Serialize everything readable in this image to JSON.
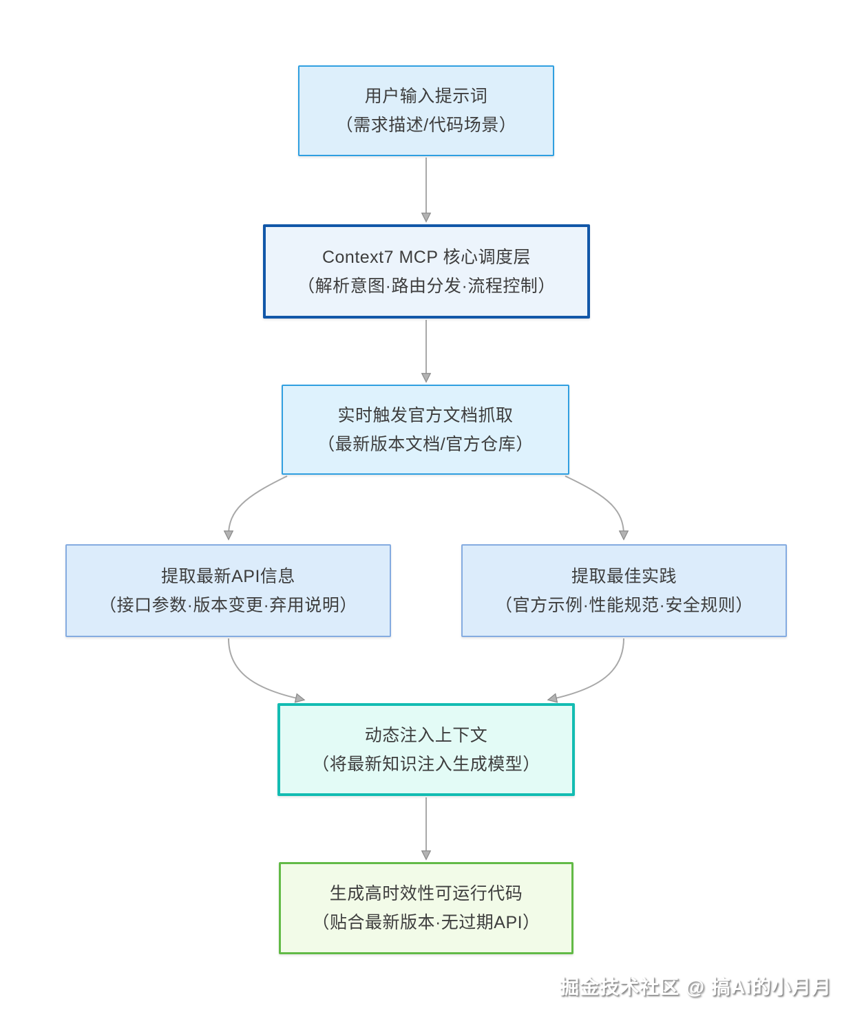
{
  "diagram": {
    "type": "flowchart",
    "nodes": [
      {
        "name": "user-input",
        "line1": "用户输入提示词",
        "line2": "（需求描述/代码场景）",
        "fill": "#ddeffb",
        "border": "#2f9fe0",
        "border_width": "2px"
      },
      {
        "name": "core-dispatcher",
        "line1": "Context7 MCP 核心调度层",
        "line2": "（解析意图·路由分发·流程控制）",
        "fill": "#ecf4fc",
        "border": "#1257a8",
        "border_width": "4px"
      },
      {
        "name": "doc-fetch",
        "line1": "实时触发官方文档抓取",
        "line2": "（最新版本文档/官方仓库）",
        "fill": "#def2fd",
        "border": "#2f9fe0",
        "border_width": "2px"
      },
      {
        "name": "api-info-extract",
        "line1": "提取最新API信息",
        "line2": "（接口参数·版本变更·弃用说明）",
        "fill": "#dcecfb",
        "border": "#84abe0",
        "border_width": "2px"
      },
      {
        "name": "best-practice-extract",
        "line1": "提取最佳实践",
        "line2": "（官方示例·性能规范·安全规则）",
        "fill": "#dcecfb",
        "border": "#84abe0",
        "border_width": "2px"
      },
      {
        "name": "context-injection",
        "line1": "动态注入上下文",
        "line2": "（将最新知识注入生成模型）",
        "fill": "#e3fbf6",
        "border": "#13bcb2",
        "border_width": "4px"
      },
      {
        "name": "code-generation",
        "line1": "生成高时效性可运行代码",
        "line2": "（贴合最新版本·无过期API）",
        "fill": "#f2fbe8",
        "border": "#62ba46",
        "border_width": "3px"
      }
    ],
    "edges": [
      "user-input -> core-dispatcher",
      "core-dispatcher -> doc-fetch",
      "doc-fetch -> api-info-extract",
      "doc-fetch -> best-practice-extract",
      "api-info-extract -> context-injection",
      "best-practice-extract -> context-injection",
      "context-injection -> code-generation"
    ],
    "connector_color": "#a8a8a8",
    "arrowhead_fill": "#b3b3b3",
    "arrowhead_stroke": "#8a8a8a"
  },
  "watermark": {
    "text": "掘金技术社区 @ 搞Ai的小月月"
  }
}
